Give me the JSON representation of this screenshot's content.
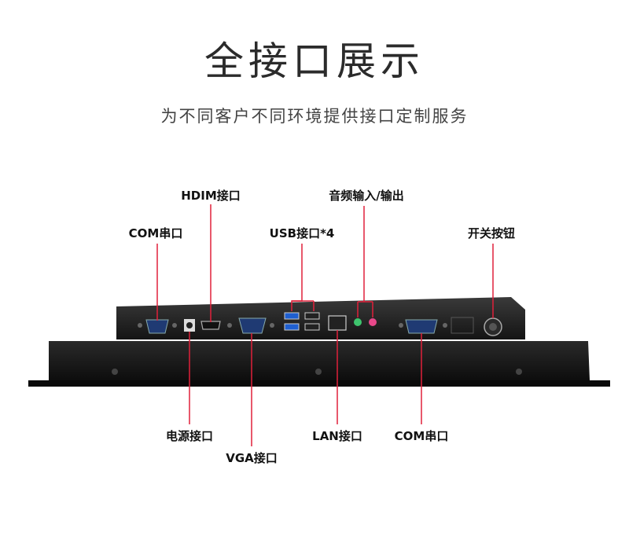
{
  "header": {
    "title": "全接口展示",
    "subtitle": "为不同客户不同环境提供接口定制服务"
  },
  "labels": {
    "hdmi": "HDIM接口",
    "audio": "音频输入/输出",
    "com_left": "COM串口",
    "usb": "USB接口*4",
    "power_button": "开关按钮",
    "power_input": "电源接口",
    "lan": "LAN接口",
    "com_right": "COM串口",
    "vga": "VGA接口"
  },
  "colors": {
    "leader_line": "#e0203a",
    "device_body": "#1a1a1a",
    "audio_in": "#3ec46d",
    "audio_out": "#e8488a"
  }
}
